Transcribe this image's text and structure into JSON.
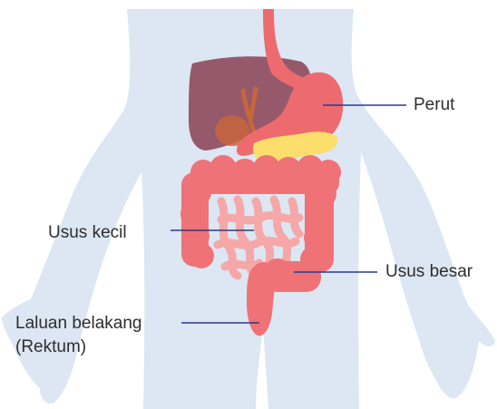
{
  "labels": {
    "stomach": "Perut",
    "small_intestine": "Usus kecil",
    "large_intestine": "Usus besar",
    "rectum_line1": "Laluan belakang",
    "rectum_line2": "(Rektum)"
  },
  "colors": {
    "body": "#dce7f3",
    "liver": "#8b4558",
    "stomach": "#ed6b6f",
    "pancreas": "#fbde6c",
    "gallbladder": "#c7653d",
    "small_intestine": "#f6a7a8",
    "large_intestine": "#ef7277",
    "leader_line": "#2a3a8c"
  }
}
